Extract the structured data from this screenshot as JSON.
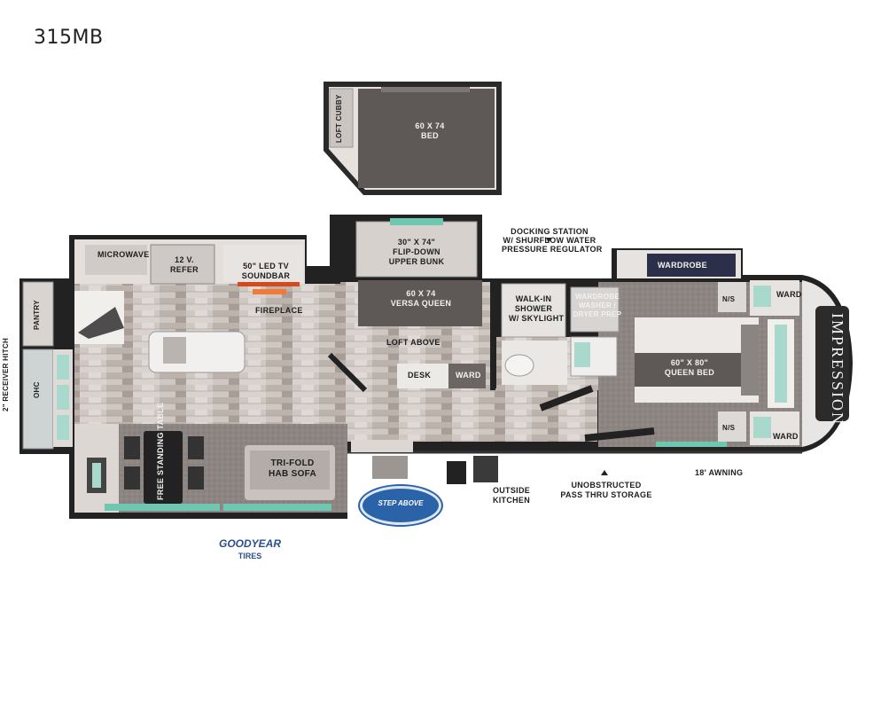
{
  "model": "315MB",
  "labels": {
    "loft_bed": [
      "60 X 74",
      "BED"
    ],
    "loft_cubby": "LOFT CUBBY",
    "microwave": "MICROWAVE",
    "refer": [
      "12 V.",
      "REFER"
    ],
    "tv": [
      "50\" LED TV",
      "SOUNDBAR"
    ],
    "fireplace": "FIREPLACE",
    "pantry": "PANTRY",
    "ohc": "OHC",
    "hitch": "2\" RECEIVER HITCH",
    "table": [
      "FREE",
      "STANDING",
      "TABLE"
    ],
    "sofa": [
      "TRI-FOLD",
      "HAB SOFA"
    ],
    "bunk": [
      "30\" X 74\"",
      "FLIP-DOWN",
      "UPPER BUNK"
    ],
    "versa": [
      "60 X 74",
      "VERSA QUEEN"
    ],
    "loft_above": "LOFT ABOVE",
    "desk": "DESK",
    "ward": "WARD",
    "docking": [
      "DOCKING STATION",
      "W/ SHURFLOW WATER",
      "PRESSURE REGULATOR"
    ],
    "shower": [
      "WALK-IN",
      "SHOWER",
      "W/ SKYLIGHT"
    ],
    "wardrobe": "WARDROBE",
    "washer": [
      "WARDROBE",
      "WASHER /",
      "DRYER PREP"
    ],
    "queen": [
      "60\" X 80\"",
      "QUEEN BED"
    ],
    "ns": "N/S",
    "outside_kitchen": [
      "OUTSIDE",
      "KITCHEN"
    ],
    "storage": [
      "UNOBSTRUCTED",
      "PASS THRU STORAGE"
    ],
    "awning": "18' AWNING",
    "brand": "IMPRESSION",
    "stepabove": "STEP ABOVE",
    "goodyear": "GOODYEAR",
    "tires": "TIRES"
  }
}
